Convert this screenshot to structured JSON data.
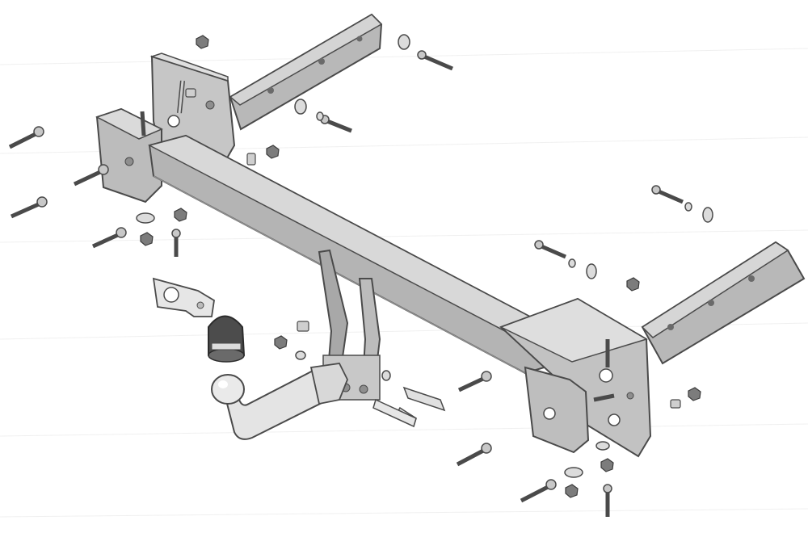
{
  "diagram": {
    "colors": {
      "background": "#ffffff",
      "paper_texture": "#f2f2f2",
      "steel_light": "#d4d4d4",
      "steel_mid": "#b8b8b8",
      "steel_dark": "#8e8e8e",
      "outline": "#4a4a4a",
      "ball": "#e2e2e2",
      "cover": "#4c4c4c",
      "bolt": "#c8c8c8",
      "nut": "#7c7c7c"
    },
    "parts": {
      "crossbar": 1,
      "left_bracket": 1,
      "right_bracket": 1,
      "left_arm": 1,
      "right_arm": 1,
      "center_mount": 1,
      "tow_ball_neck": 1,
      "ball_cover": 1,
      "socket_plate": 1,
      "long_bolts": 12,
      "pins": 2,
      "nuts": 9,
      "washers": 12,
      "spacer_tubes": 4
    }
  }
}
